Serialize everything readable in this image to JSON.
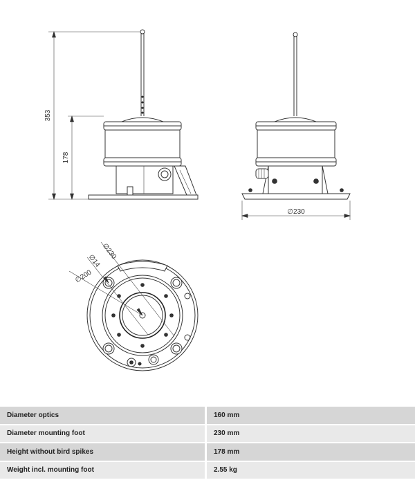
{
  "dimensions": {
    "total_height": "353",
    "body_height": "178",
    "foot_diameter": "∅230",
    "top_view_diameter": "∅230",
    "hole_diameter": "∅14",
    "bolt_circle": "∅200"
  },
  "specs": [
    {
      "label": "Diameter optics",
      "value": "160 mm"
    },
    {
      "label": "Diameter mounting foot",
      "value": "230 mm"
    },
    {
      "label": "Height without bird spikes",
      "value": "178 mm"
    },
    {
      "label": "Weight incl. mounting foot",
      "value": "2.55 kg"
    }
  ]
}
